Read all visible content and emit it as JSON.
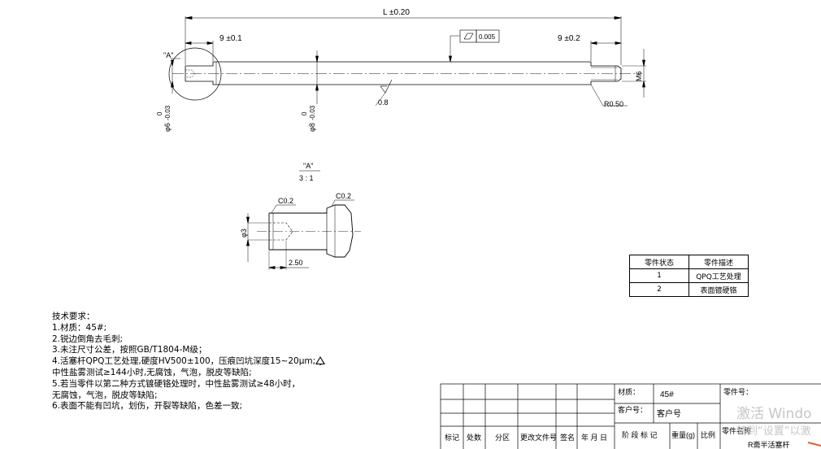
{
  "dimensions": {
    "overall_length": "L ±0.20",
    "left_step": "9 ±0.1",
    "right_step": "9 ±0.2",
    "flatness_value": "0.005",
    "thread": "M6",
    "radius": "R0.50",
    "roughness": "0.8",
    "dia_small": "φ6",
    "dia_small_tol_upper": "0",
    "dia_small_tol_lower": "-0.03",
    "dia_large": "φ8",
    "dia_large_tol_upper": "0",
    "dia_large_tol_lower": "-0.03",
    "view_marker": "\"A\""
  },
  "detail": {
    "label": "\"A\"",
    "scale": "3 : 1",
    "chamfer_left": "C0.2",
    "chamfer_right": "C0.2",
    "diameter": "φ3",
    "length": "2.50"
  },
  "notes": {
    "title": "技术要求：",
    "lines": [
      "1.材质：45#;",
      "2.锐边倒角去毛刺;",
      "3.未注尺寸公差，按照GB/T1804-M级；",
      "4.活塞杆QPQ工艺处理,硬度HV500±100，压痕凹坑深度15~20μm;",
      "中性盐雾测试≥144小时,无腐蚀，气泡，脱皮等缺陷;",
      "5.若当零件以第二种方式镀硬铬处理时，中性盐雾测试≥48小时，",
      "无腐蚀，气泡，脱皮等缺陷;",
      "6.表面不能有凹坑，划伤，开裂等缺陷，色差一致;"
    ],
    "mark_number": "1"
  },
  "state_table": {
    "headers": [
      "零件状态",
      "零件描述"
    ],
    "rows": [
      [
        "1",
        "QPQ工艺处理"
      ],
      [
        "2",
        "表面镀硬铬"
      ]
    ]
  },
  "title_block": {
    "material_label": "材质：",
    "material_value": "45#",
    "customer_no_label": "客户号：",
    "customer_no_value": "客户号",
    "part_no_label": "零件号：",
    "part_name_label": "零件名称",
    "part_name_value": "R斋半活塞杆",
    "row_labels": [
      "标记",
      "处数",
      "分区",
      "更改文件号",
      "签名",
      "年 月 日"
    ],
    "stage_label": "阶 段 标 记",
    "weight_label": "重量(g)",
    "scale_label": "比例"
  },
  "watermark": {
    "line1": "激活 Windo",
    "line2": "转到“设置”以激"
  }
}
